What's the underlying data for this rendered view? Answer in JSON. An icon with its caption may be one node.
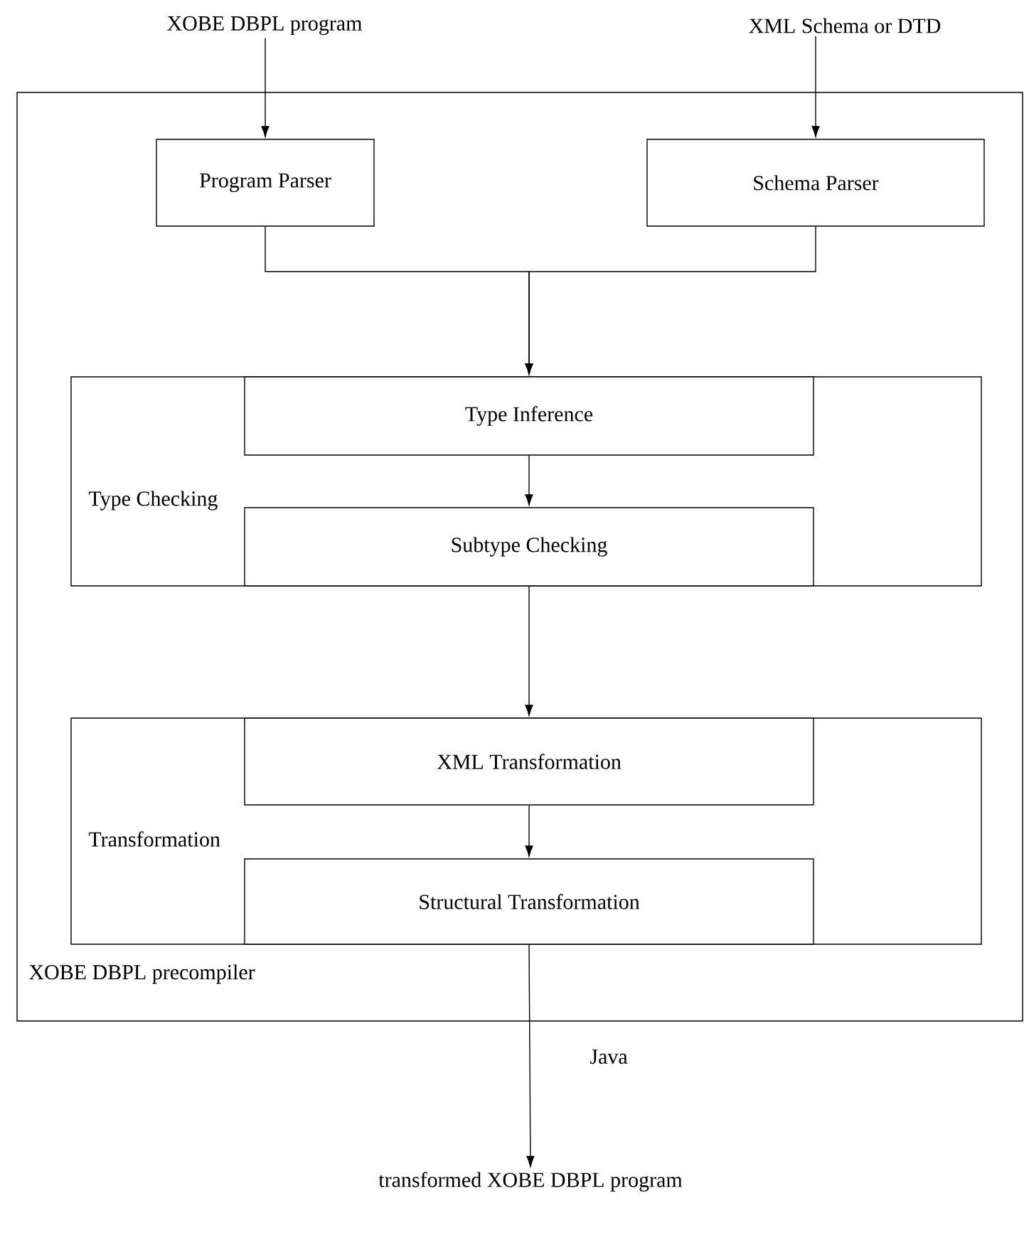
{
  "diagram": {
    "nodes": [
      {
        "text": [
          "XOBE DBPL precompiler"
        ]
      },
      {
        "text": [
          "XOBE DBPL program"
        ]
      },
      {
        "text": [
          "XML Schema or DTD"
        ]
      },
      {
        "text": [
          "Program Parser"
        ],
        "in": 0
      },
      {
        "text": [
          "Schema Parser"
        ],
        "in": 0
      },
      {
        "text": [
          "Type Checking"
        ],
        "in": 0
      },
      {
        "text": [
          "Type Inference"
        ],
        "in": 5
      },
      {
        "text": [
          "Subtype Checking"
        ],
        "in": 5
      },
      {
        "text": [
          "Transformation"
        ],
        "in": 0
      },
      {
        "text": [
          "XML Transformation"
        ],
        "in": 8
      },
      {
        "text": [
          "Structural Transformation"
        ],
        "in": 8
      },
      {
        "text": [
          "transformed XOBE DBPL program"
        ]
      }
    ],
    "edges": [
      {
        "from": 1,
        "to": 3,
        "arrow": "to"
      },
      {
        "from": 2,
        "to": 4,
        "arrow": "to"
      },
      {
        "from": 3,
        "to": 6,
        "arrow": "to"
      },
      {
        "from": 4,
        "to": 6,
        "arrow": "to"
      },
      {
        "from": 6,
        "to": 7,
        "arrow": "to"
      },
      {
        "from": 7,
        "to": 9,
        "arrow": "to"
      },
      {
        "from": 9,
        "to": 10,
        "arrow": "to"
      },
      {
        "from": 10,
        "to": 11,
        "arrow": "to",
        "label": "Java"
      }
    ]
  }
}
